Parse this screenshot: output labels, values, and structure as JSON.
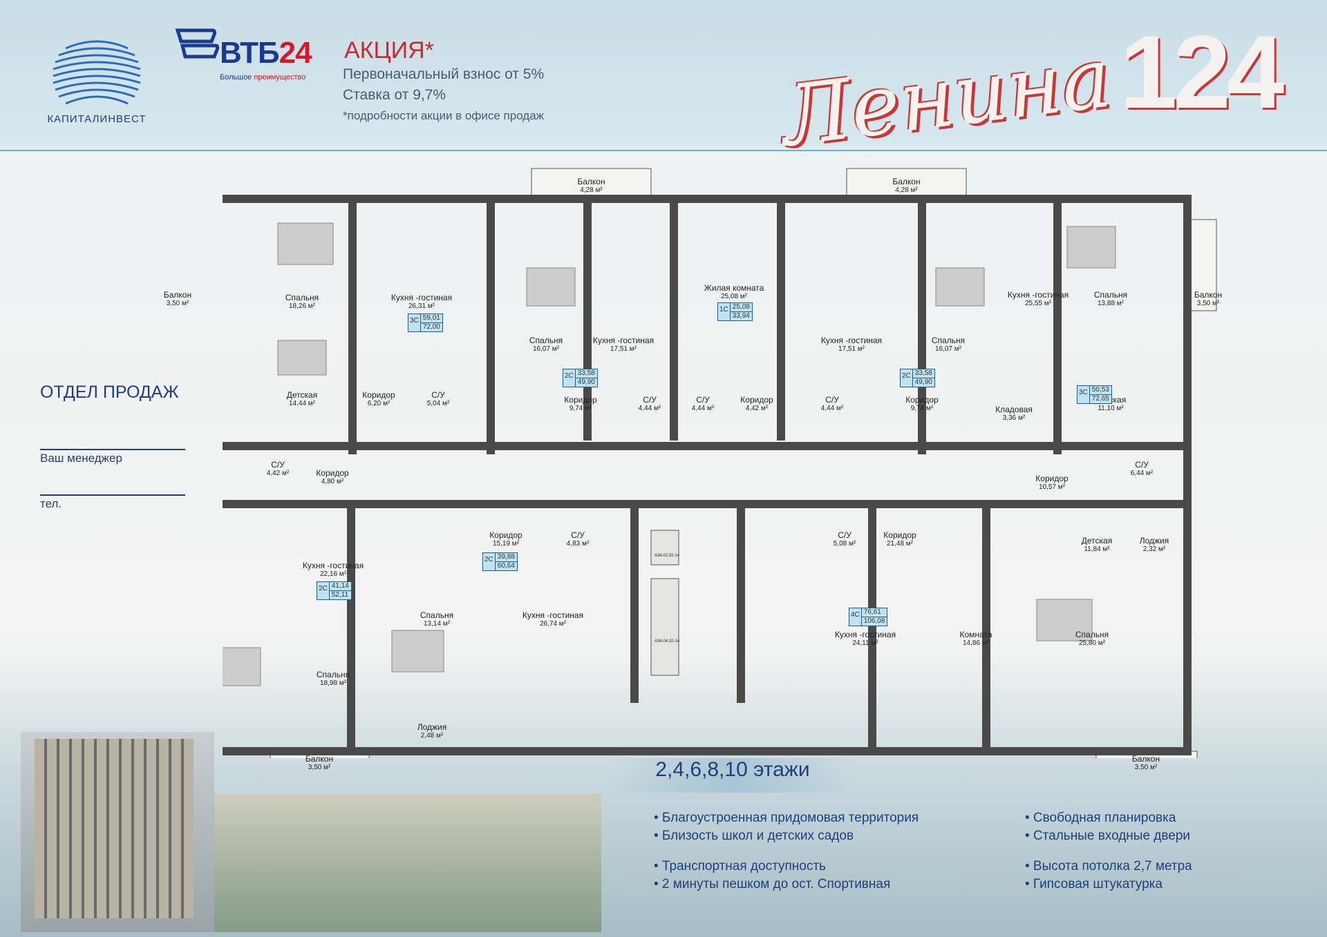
{
  "brand": {
    "name": "КАПИТАЛИНВЕСТ"
  },
  "bank": {
    "name_part1": "ВТБ",
    "name_part2": "24",
    "tagline_part1": "Большое ",
    "tagline_part2": "преимущество"
  },
  "promo": {
    "heading": "АКЦИЯ*",
    "line1": "Первоначальный взнос от 5%",
    "line2": "Ставка от 9,7%",
    "note": "*подробности акции в офисе продаж"
  },
  "project": {
    "title_word": "Ленина",
    "title_number": "124"
  },
  "sales": {
    "heading": "ОТДЕЛ ПРОДАЖ",
    "manager_label": "Ваш менеджер",
    "phone_label": "тел."
  },
  "plan": {
    "floors": "2,4,6,8,10 этажи",
    "rooms": [
      {
        "name": "Балкон",
        "area": "4,28 м²"
      },
      {
        "name": "Балкон",
        "area": "4,28 м²"
      },
      {
        "name": "Балкон",
        "area": "3,50 м²"
      },
      {
        "name": "Спальня",
        "area": "18,26 м²"
      },
      {
        "name": "Кухня -гостиная",
        "area": "26,31 м²"
      },
      {
        "name": "Детская",
        "area": "14,44 м²"
      },
      {
        "name": "Коридор",
        "area": "6,20 м²"
      },
      {
        "name": "С/У",
        "area": "5,04 м²"
      },
      {
        "name": "Спальня",
        "area": "16,07 м²"
      },
      {
        "name": "Кухня -гостиная",
        "area": "17,51 м²"
      },
      {
        "name": "Коридор",
        "area": "9,74 м²"
      },
      {
        "name": "С/У",
        "area": "4,44 м²"
      },
      {
        "name": "Жилая комната",
        "area": "25,08 м²"
      },
      {
        "name": "С/У",
        "area": "4,44 м²"
      },
      {
        "name": "Коридор",
        "area": "4,42 м²"
      },
      {
        "name": "Кухня -гостиная",
        "area": "17,51 м²"
      },
      {
        "name": "С/У",
        "area": "4,44 м²"
      },
      {
        "name": "Спальня",
        "area": "16,07 м²"
      },
      {
        "name": "Коридор",
        "area": "9,74 м²"
      },
      {
        "name": "Кухня -гостиная",
        "area": "25,55 м²"
      },
      {
        "name": "Кладовая",
        "area": "3,36 м²"
      },
      {
        "name": "Спальня",
        "area": "13,88 м²"
      },
      {
        "name": "Балкон",
        "area": "3,50 м²"
      },
      {
        "name": "Детская",
        "area": "11,10 м²"
      },
      {
        "name": "Коридор",
        "area": "10,57 м²"
      },
      {
        "name": "С/У",
        "area": "6,44 м²"
      },
      {
        "name": "С/У",
        "area": "4,42 м²"
      },
      {
        "name": "Коридор",
        "area": "4,80 м²"
      },
      {
        "name": "Кухня -гостиная",
        "area": "22,16 м²"
      },
      {
        "name": "Спальня",
        "area": "18,98 м²"
      },
      {
        "name": "Коридор",
        "area": "15,19 м²"
      },
      {
        "name": "С/У",
        "area": "4,83 м²"
      },
      {
        "name": "Спальня",
        "area": "13,14 м²"
      },
      {
        "name": "Кухня -гостиная",
        "area": "26,74 м²"
      },
      {
        "name": "Лоджия",
        "area": "2,48 м²"
      },
      {
        "name": "Балкон",
        "area": "3,50 м²"
      },
      {
        "name": "С/У",
        "area": "5,08 м²"
      },
      {
        "name": "Коридор",
        "area": "21,48 м²"
      },
      {
        "name": "Кухня -гостиная",
        "area": "24,11 м²"
      },
      {
        "name": "Комната",
        "area": "14,86 м²"
      },
      {
        "name": "Детская",
        "area": "11,84 м²"
      },
      {
        "name": "Лоджия",
        "area": "2,32 м²"
      },
      {
        "name": "Спальня",
        "area": "25,80 м²"
      },
      {
        "name": "Балкон",
        "area": "3,50 м²"
      }
    ],
    "badges": [
      {
        "type": "3С",
        "living": "59,01",
        "total": "72,00"
      },
      {
        "type": "2С",
        "living": "33,58",
        "total": "49,90"
      },
      {
        "type": "1С",
        "living": "25,08",
        "total": "33,94"
      },
      {
        "type": "2С",
        "living": "33,58",
        "total": "49,90"
      },
      {
        "type": "3С",
        "living": "50,53",
        "total": "72,65"
      },
      {
        "type": "2С",
        "living": "39,88",
        "total": "60,64"
      },
      {
        "type": "2С",
        "living": "41,14",
        "total": "52,11"
      },
      {
        "type": "4С",
        "living": "76,61",
        "total": "106,08"
      }
    ],
    "elevator_labels": [
      "А34-02.02-14",
      "А34-04.10-14"
    ]
  },
  "features": [
    "• Благоустроенная придомовая территория",
    "• Близость школ и детских садов",
    "• Транспортная доступность",
    "• 2 минуты пешком до ост. Спортивная",
    "• Свободная планировка",
    "• Стальные входные двери",
    "• Высота потолка 2,7 метра",
    "• Гипсовая штукатурка"
  ],
  "colors": {
    "brand_blue": "#1e3f7a",
    "accent_red": "#c62a2a",
    "badge_fill": "#bfe3f2",
    "wall": "#4a4a4a"
  }
}
